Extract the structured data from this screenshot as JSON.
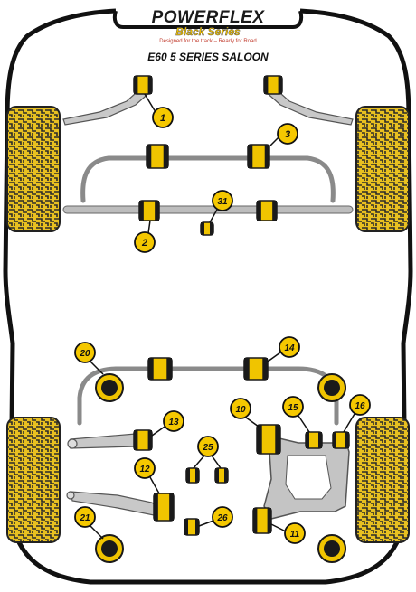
{
  "brand": {
    "name": "POWERFLEX",
    "series": "Black Series",
    "tagline": "Designed for the track – Ready for Road"
  },
  "model": "E60 5 SERIES SALOON",
  "colors": {
    "tyre": "#e8c020",
    "tyre_tread": "#2b2b2b",
    "bush": "#f0c400",
    "bush_dark": "#1a1a1a",
    "arm": "#b8b8b8",
    "car_outline": "#111111",
    "label_fill": "#f5c800"
  },
  "parts": [
    {
      "id": "1",
      "label": "1"
    },
    {
      "id": "2",
      "label": "2"
    },
    {
      "id": "3",
      "label": "3"
    },
    {
      "id": "31",
      "label": "31"
    },
    {
      "id": "20",
      "label": "20"
    },
    {
      "id": "14",
      "label": "14"
    },
    {
      "id": "13",
      "label": "13"
    },
    {
      "id": "10",
      "label": "10"
    },
    {
      "id": "15",
      "label": "15"
    },
    {
      "id": "16",
      "label": "16"
    },
    {
      "id": "25",
      "label": "25"
    },
    {
      "id": "12",
      "label": "12"
    },
    {
      "id": "21",
      "label": "21"
    },
    {
      "id": "26",
      "label": "26"
    },
    {
      "id": "11",
      "label": "11"
    }
  ]
}
